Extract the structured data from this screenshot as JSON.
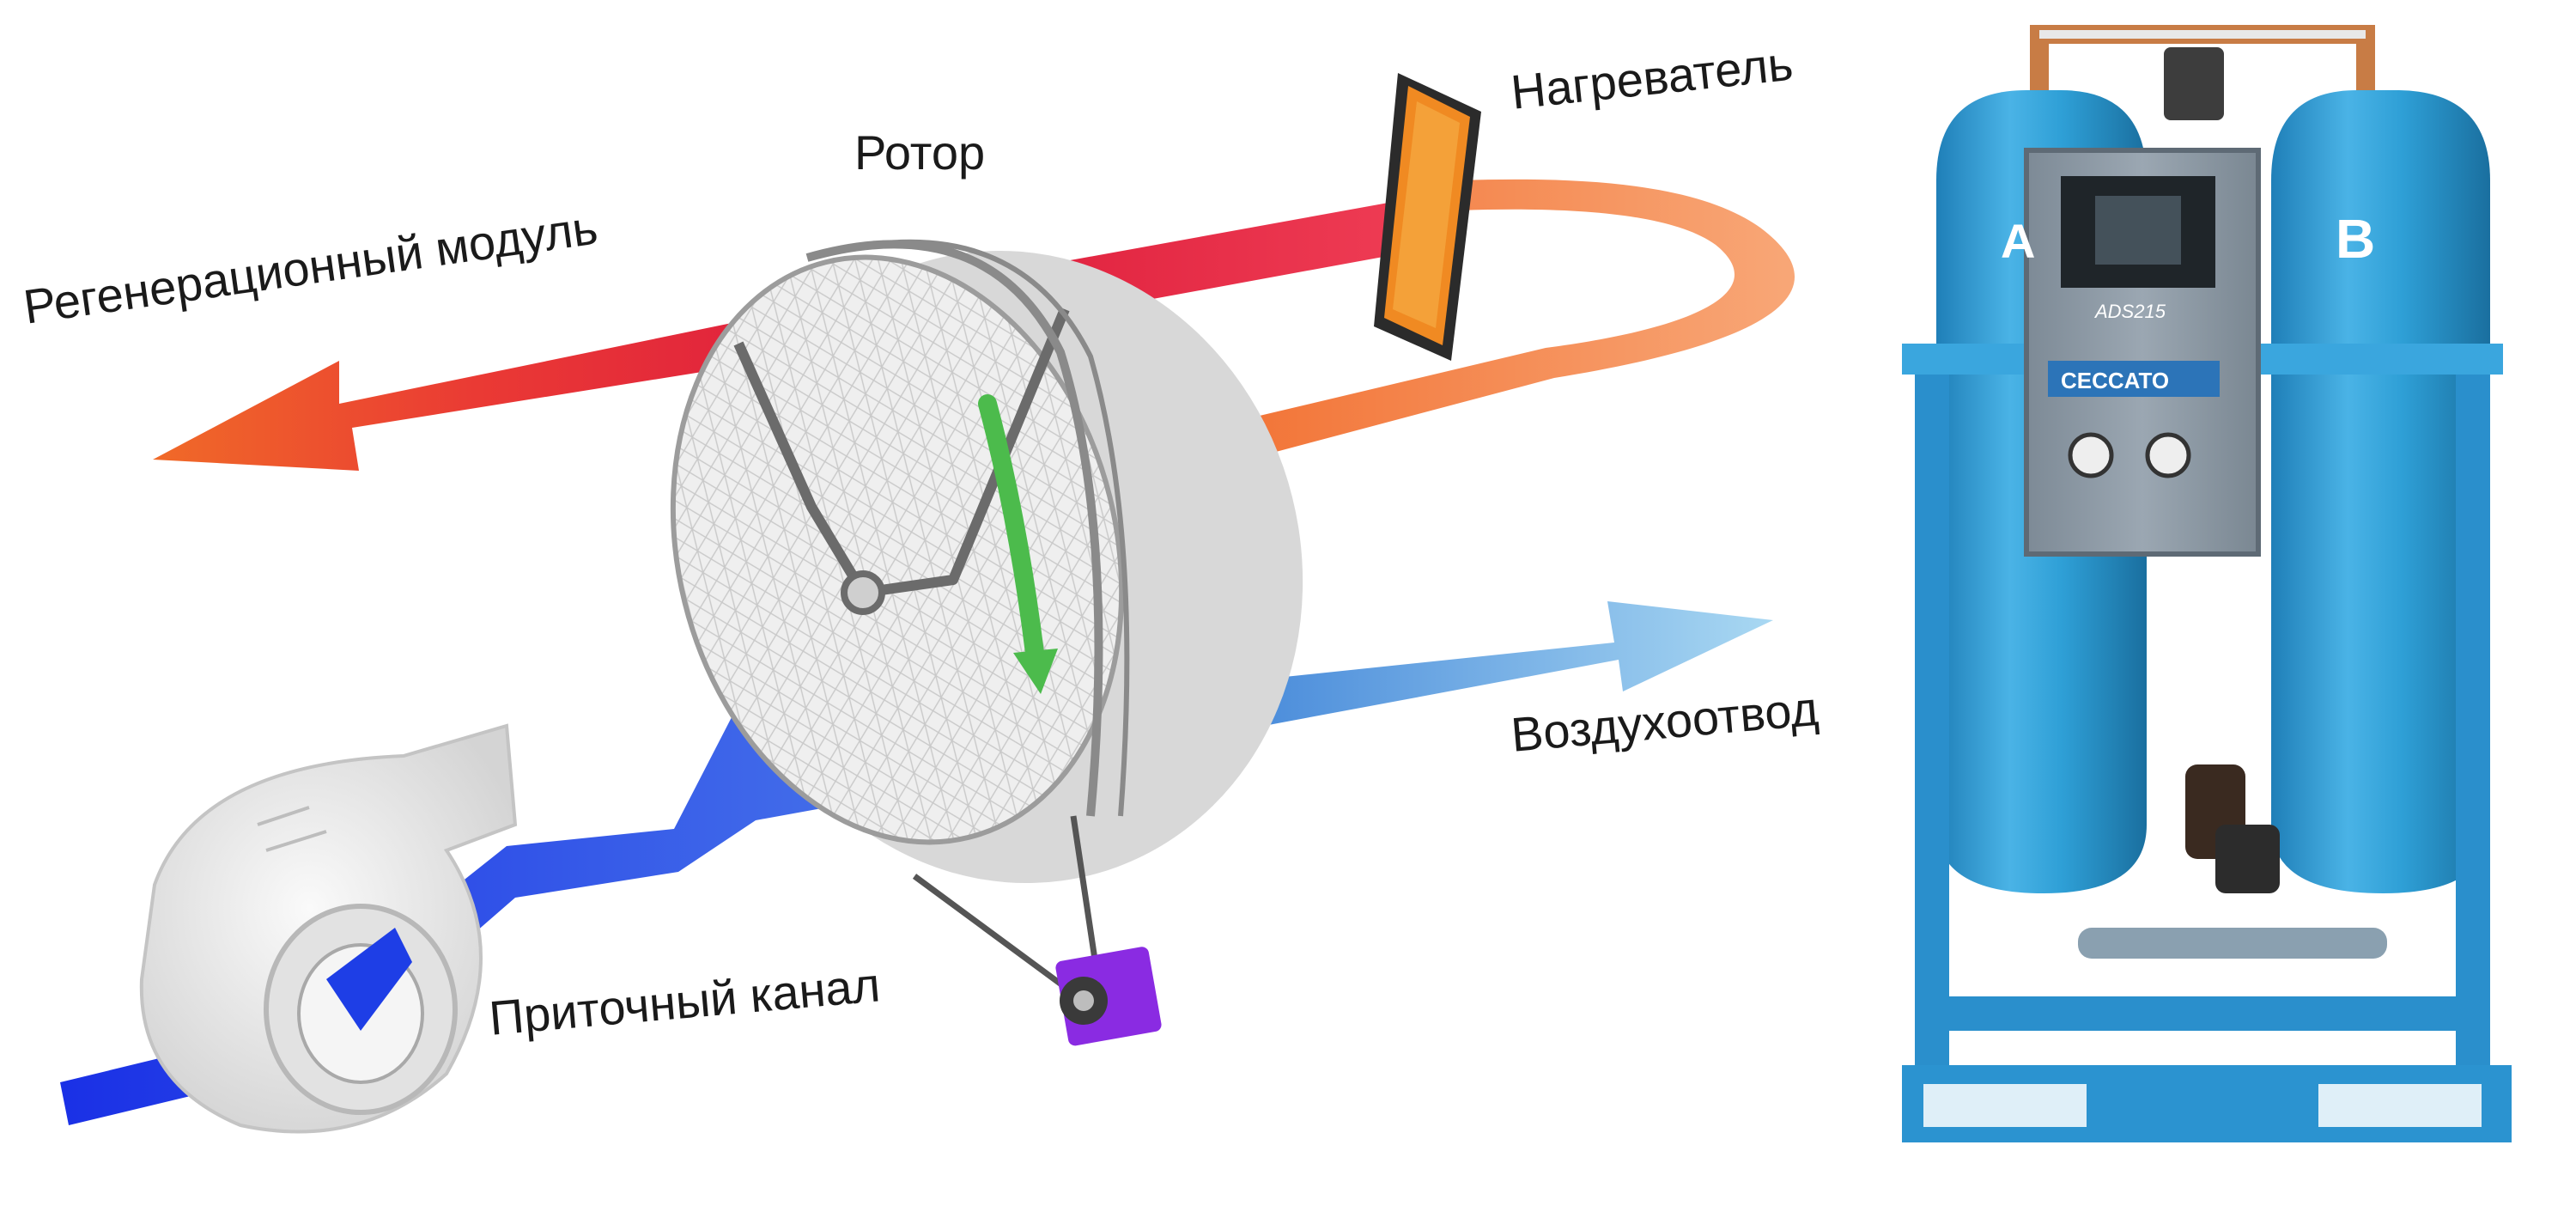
{
  "labels": {
    "regeneration_module": "Регенерационный модуль",
    "rotor": "Ротор",
    "heater": "Нагреватель",
    "exhaust": "Воздухоотвод",
    "supply_channel": "Приточный канал"
  },
  "dryer": {
    "tank_a_letter": "A",
    "tank_b_letter": "B",
    "brand_text": "CECCATO",
    "model_text": "ADS215"
  },
  "colors": {
    "regen_red": "#e8263f",
    "regen_arrow": "#f06a28",
    "heater_orange": "#f7a06a",
    "supply_blue": "#1e3ee6",
    "exhaust_blue": "#6fb4ea",
    "rotor_gray": "#e6e6e6",
    "rotation_green": "#4cbb4c",
    "motor_purple": "#8a2be2",
    "dryer_blue": "#2e9fd6",
    "control_panel_gray": "#8d99a4"
  }
}
